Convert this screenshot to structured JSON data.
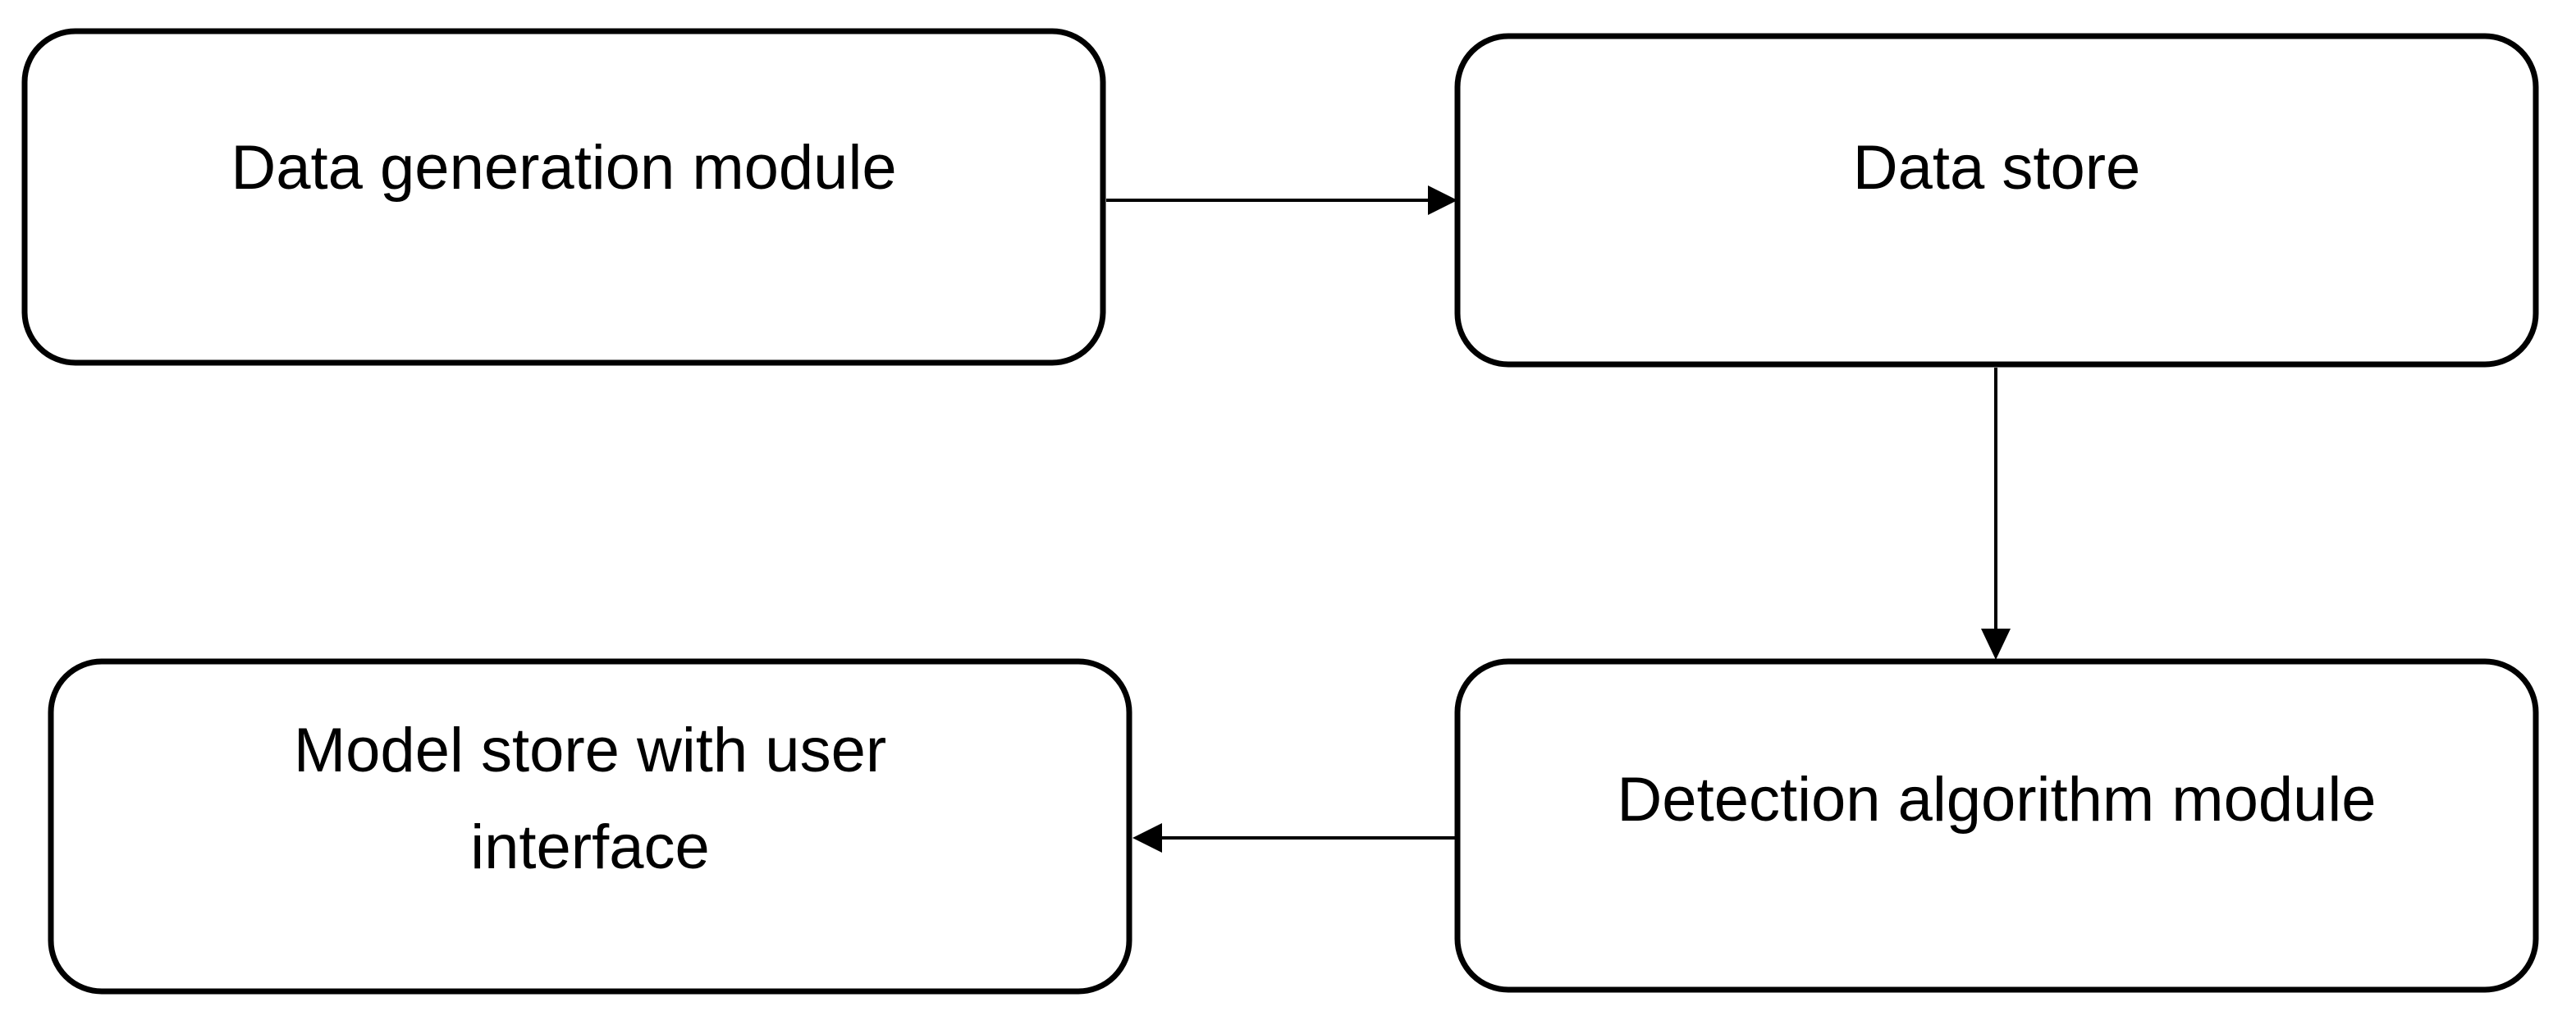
{
  "diagram": {
    "type": "flowchart",
    "nodes": [
      {
        "id": "data-generation",
        "label": "Data generation module"
      },
      {
        "id": "data-store",
        "label": "Data store"
      },
      {
        "id": "detection-algorithm",
        "label": "Detection algorithm module"
      },
      {
        "id": "model-store",
        "label_lines": [
          "Model store with user",
          "interface"
        ]
      }
    ],
    "edges": [
      {
        "from": "data-generation",
        "to": "data-store"
      },
      {
        "from": "data-store",
        "to": "detection-algorithm"
      },
      {
        "from": "detection-algorithm",
        "to": "model-store"
      }
    ]
  }
}
